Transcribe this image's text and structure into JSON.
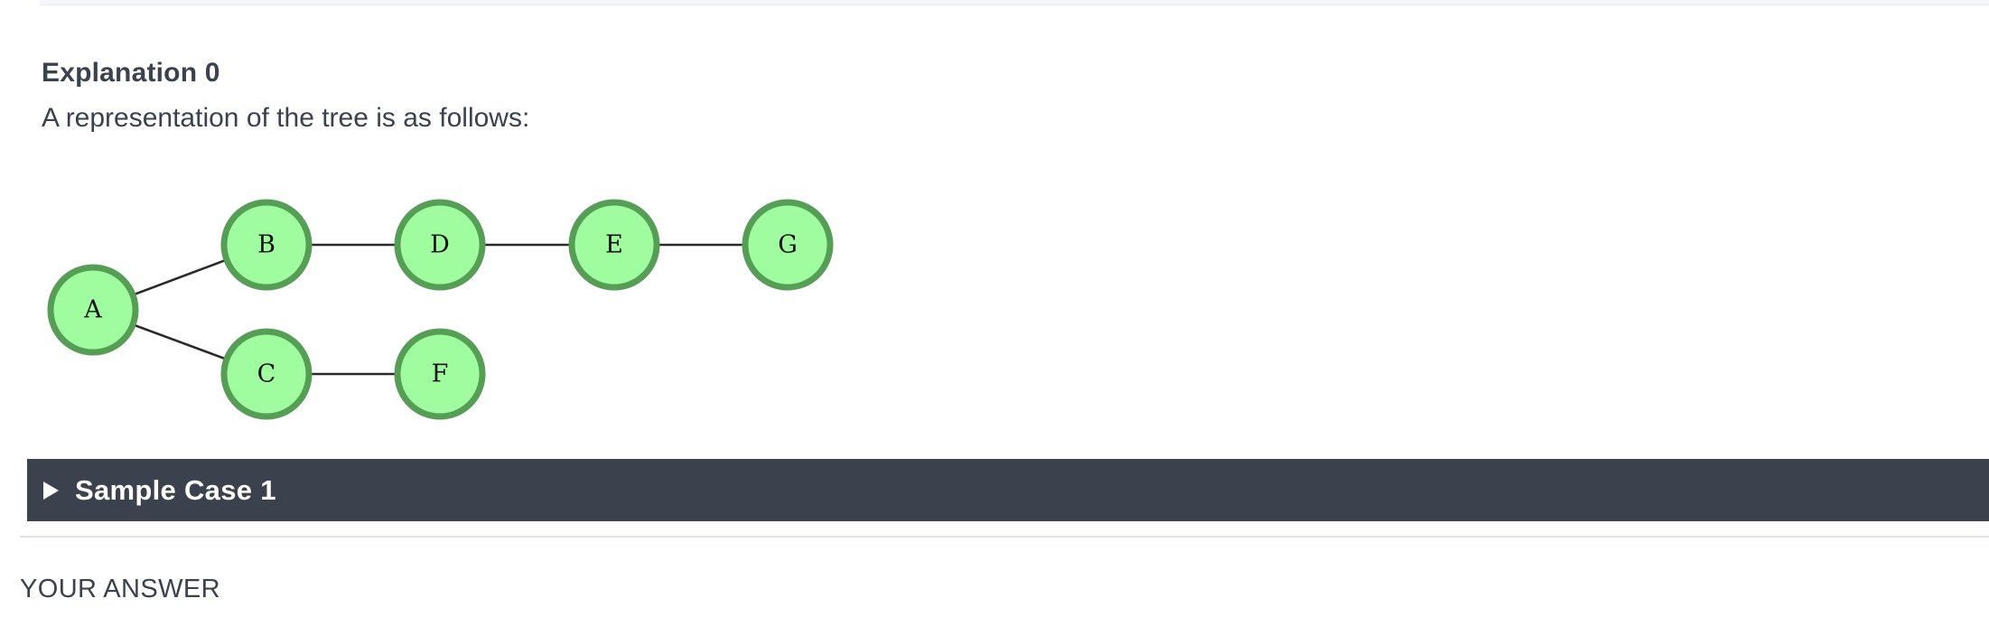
{
  "explanation": {
    "title": "Explanation 0",
    "text": "A representation of the tree is as follows:"
  },
  "tree": {
    "nodes": [
      "A",
      "B",
      "C",
      "D",
      "E",
      "F",
      "G"
    ],
    "edges": [
      [
        "A",
        "B"
      ],
      [
        "A",
        "C"
      ],
      [
        "B",
        "D"
      ],
      [
        "D",
        "E"
      ],
      [
        "E",
        "G"
      ],
      [
        "C",
        "F"
      ]
    ],
    "colors": {
      "node_fill": "#9ffc9f",
      "node_border": "#569e56",
      "edge": "#2a2a2a"
    }
  },
  "sample_case": {
    "label": "Sample Case 1",
    "expanded": false,
    "bar_color": "#3b424e"
  },
  "answer_section": {
    "heading": "YOUR ANSWER"
  }
}
